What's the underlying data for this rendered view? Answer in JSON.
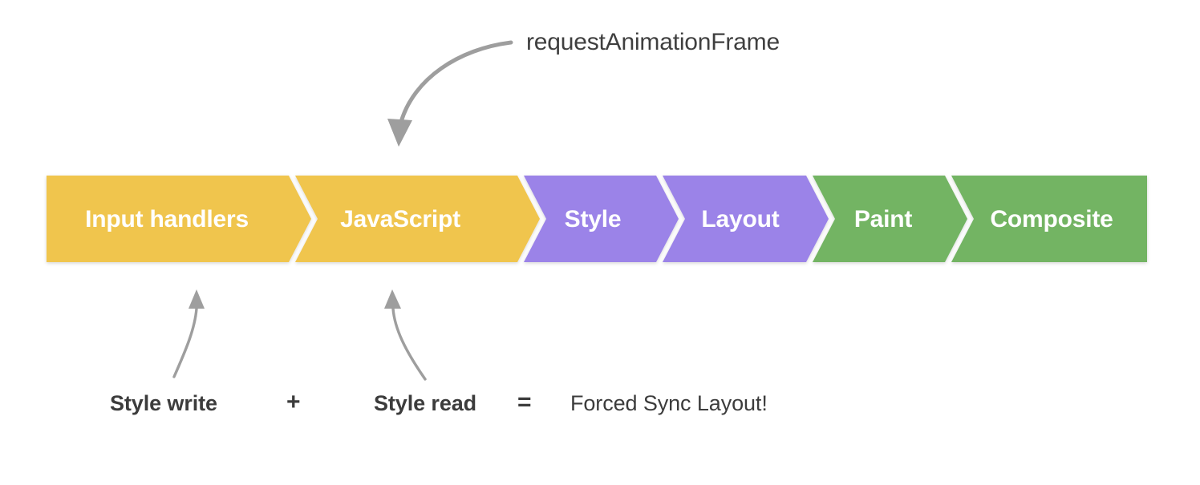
{
  "diagram": {
    "title_annotation": "requestAnimationFrame",
    "pipeline": {
      "stages": [
        {
          "label": "Input handlers",
          "color": "#F0C54E",
          "group": "javascript"
        },
        {
          "label": "JavaScript",
          "color": "#F0C54E",
          "group": "javascript"
        },
        {
          "label": "Style",
          "color": "#9B83E8",
          "group": "style-layout"
        },
        {
          "label": "Layout",
          "color": "#9B83E8",
          "group": "style-layout"
        },
        {
          "label": "Paint",
          "color": "#73B464",
          "group": "paint-composite"
        },
        {
          "label": "Composite",
          "color": "#73B464",
          "group": "paint-composite"
        }
      ],
      "colors": {
        "yellow": "#F0C54E",
        "purple": "#9B83E8",
        "green": "#73B464",
        "separator": "#ffffff",
        "label_text": "#ffffff"
      }
    },
    "annotations": {
      "raf": {
        "text": "requestAnimationFrame",
        "arrow_color": "#9e9e9e",
        "points_to": "JavaScript"
      },
      "formula": {
        "term_1": "Style write",
        "operator_plus": "+",
        "term_2": "Style read",
        "operator_equals": "=",
        "result": "Forced Sync Layout!",
        "text_color": "#3c3c3c",
        "arrow_color": "#9e9e9e",
        "term_1_points_to": "Input handlers",
        "term_2_points_to": "JavaScript"
      }
    }
  }
}
